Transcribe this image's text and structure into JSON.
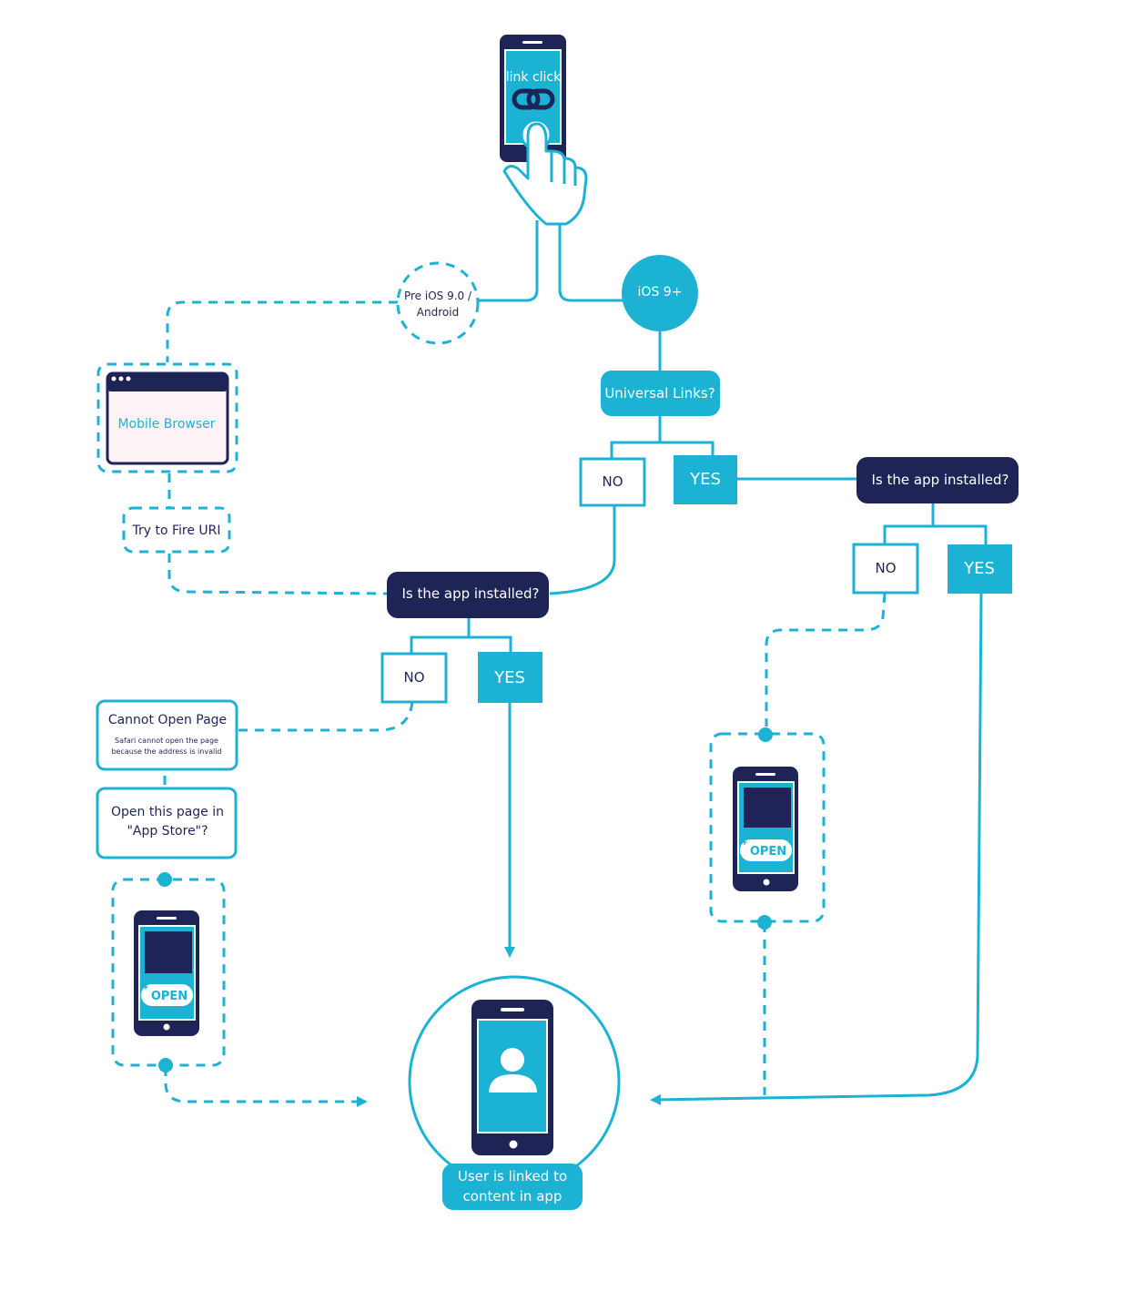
{
  "colors": {
    "cyan": "#1BB2D4",
    "navy": "#1E2556",
    "white": "#FFFFFF",
    "browser_fill": "#FDF3F6"
  },
  "icons": [
    "link-icon",
    "hand-pointer-icon",
    "user-icon",
    "plus-icon"
  ],
  "top_phone": {
    "label": "link click"
  },
  "branch_pre": {
    "label_line1": "Pre iOS 9.0 /",
    "label_line2": "Android"
  },
  "branch_ios": {
    "label": "iOS 9+"
  },
  "universal_links": {
    "label": "Universal Links?"
  },
  "ul_no": {
    "label": "NO"
  },
  "ul_yes": {
    "label": "YES"
  },
  "right_installed": {
    "label": "Is the app installed?"
  },
  "right_no": {
    "label": "NO"
  },
  "right_yes": {
    "label": "YES"
  },
  "mobile_browser": {
    "label": "Mobile Browser"
  },
  "fire_uri": {
    "label": "Try to Fire URI"
  },
  "mid_installed": {
    "label": "Is the app installed?"
  },
  "mid_no": {
    "label": "NO"
  },
  "mid_yes": {
    "label": "YES"
  },
  "cannot_open": {
    "title": "Cannot Open Page",
    "sub_line1": "Safari cannot open the page",
    "sub_line2": "because the address is invalid"
  },
  "app_store_prompt": {
    "line1": "Open this page in",
    "line2": "\"App Store\"?"
  },
  "open_button_left": {
    "label": "OPEN"
  },
  "open_button_right": {
    "label": "OPEN"
  },
  "result": {
    "line1": "User is linked to",
    "line2": "content in app"
  }
}
